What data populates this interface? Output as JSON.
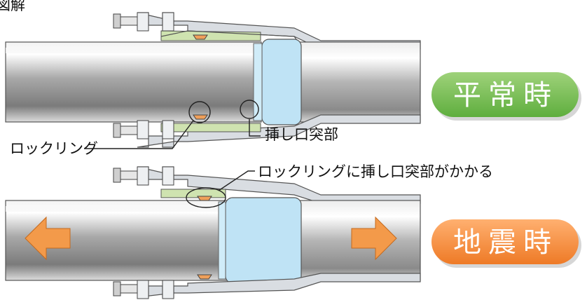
{
  "header_fragment": "図解",
  "states": [
    {
      "label": "平常時",
      "color": "#7cc15a"
    },
    {
      "label": "地震時",
      "color": "#f08a3a"
    }
  ],
  "labels": {
    "lock_ring": "ロックリング",
    "spigot_projection": "挿し口突部",
    "engaged_note": "ロックリングに挿し口突部がかかる"
  },
  "colors": {
    "pipe_mid": "#8b8b8b",
    "pipe_light": "#e9e9e9",
    "fitting": "#d9dde2",
    "gasket_blue": "#bfe3f5",
    "ring_orange": "#f0a05a",
    "liner_green": "#cfe3b0",
    "arrow_orange": "#f39a4a"
  }
}
